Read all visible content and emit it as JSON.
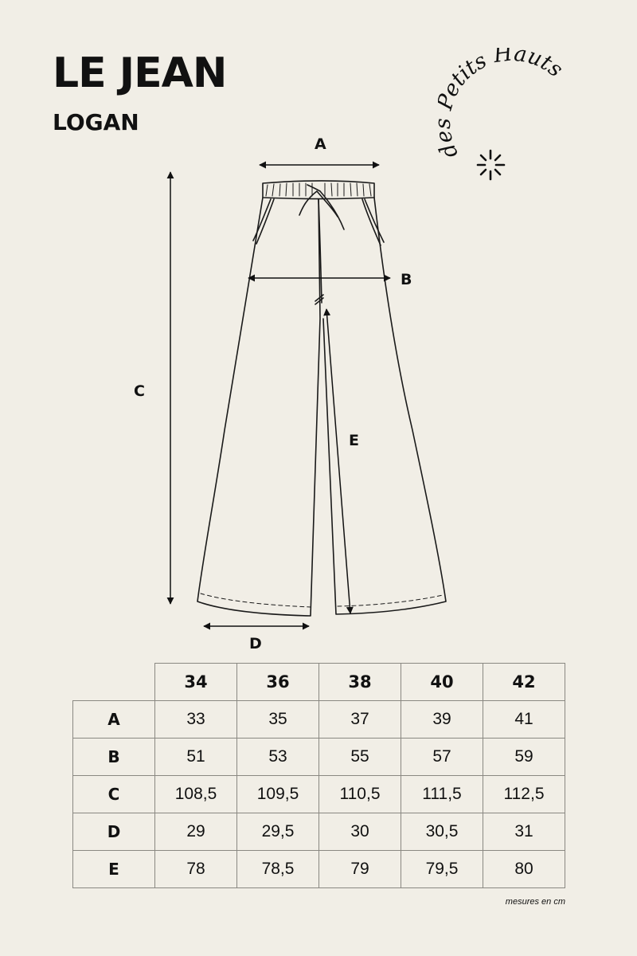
{
  "header": {
    "title": "LE JEAN",
    "subtitle": "LOGAN"
  },
  "logo": {
    "word_1": "des",
    "word_2": "Petits",
    "word_3": "Hauts",
    "icon": "asterisk-sun-icon"
  },
  "diagram": {
    "labels": {
      "a": "A",
      "b": "B",
      "c": "C",
      "d": "D",
      "e": "E"
    }
  },
  "size_table": {
    "sizes": [
      "34",
      "36",
      "38",
      "40",
      "42"
    ],
    "rows": [
      {
        "label": "A",
        "values": [
          "33",
          "35",
          "37",
          "39",
          "41"
        ]
      },
      {
        "label": "B",
        "values": [
          "51",
          "53",
          "55",
          "57",
          "59"
        ]
      },
      {
        "label": "C",
        "values": [
          "108,5",
          "109,5",
          "110,5",
          "111,5",
          "112,5"
        ]
      },
      {
        "label": "D",
        "values": [
          "29",
          "29,5",
          "30",
          "30,5",
          "31"
        ]
      },
      {
        "label": "E",
        "values": [
          "78",
          "78,5",
          "79",
          "79,5",
          "80"
        ]
      }
    ]
  },
  "footer": {
    "note": "mesures en cm"
  },
  "colors": {
    "background": "#f1eee6",
    "ink": "#111111",
    "grid": "#8a8882"
  }
}
